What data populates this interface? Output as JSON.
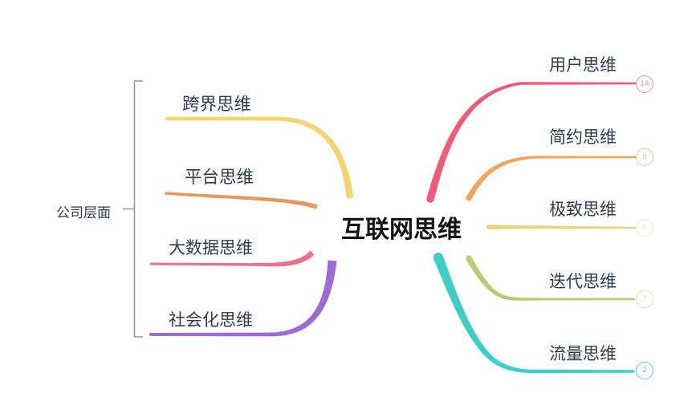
{
  "title": "互联网思维",
  "group": {
    "label": "公司层面"
  },
  "left_branches": [
    {
      "label": "跨界思维",
      "color": "#f7d36e"
    },
    {
      "label": "平台思维",
      "color": "#e8975f"
    },
    {
      "label": "大数据思维",
      "color": "#ee6f88"
    },
    {
      "label": "社会化思维",
      "color": "#9c6cd4"
    }
  ],
  "right_branches": [
    {
      "label": "用户思维",
      "color": "#ee5b78",
      "badge": "14",
      "badge_color": "#ec93a7"
    },
    {
      "label": "简约思维",
      "color": "#f4a35c",
      "badge": "8",
      "badge_color": "#f5bc8e"
    },
    {
      "label": "极致思维",
      "color": "#e6d67e",
      "badge": "6",
      "badge_color": "#f0e8c9"
    },
    {
      "label": "迭代思维",
      "color": "#bbca6b",
      "badge": "7",
      "badge_color": "#dce4b6"
    },
    {
      "label": "流量思维",
      "color": "#3bcfc7",
      "badge": "2",
      "badge_color": "#5ad2cb"
    }
  ],
  "colors": {
    "label_text": "#2b3c55",
    "title_text": "#141414",
    "bracket": "#97979d",
    "background": "#ffffff"
  }
}
